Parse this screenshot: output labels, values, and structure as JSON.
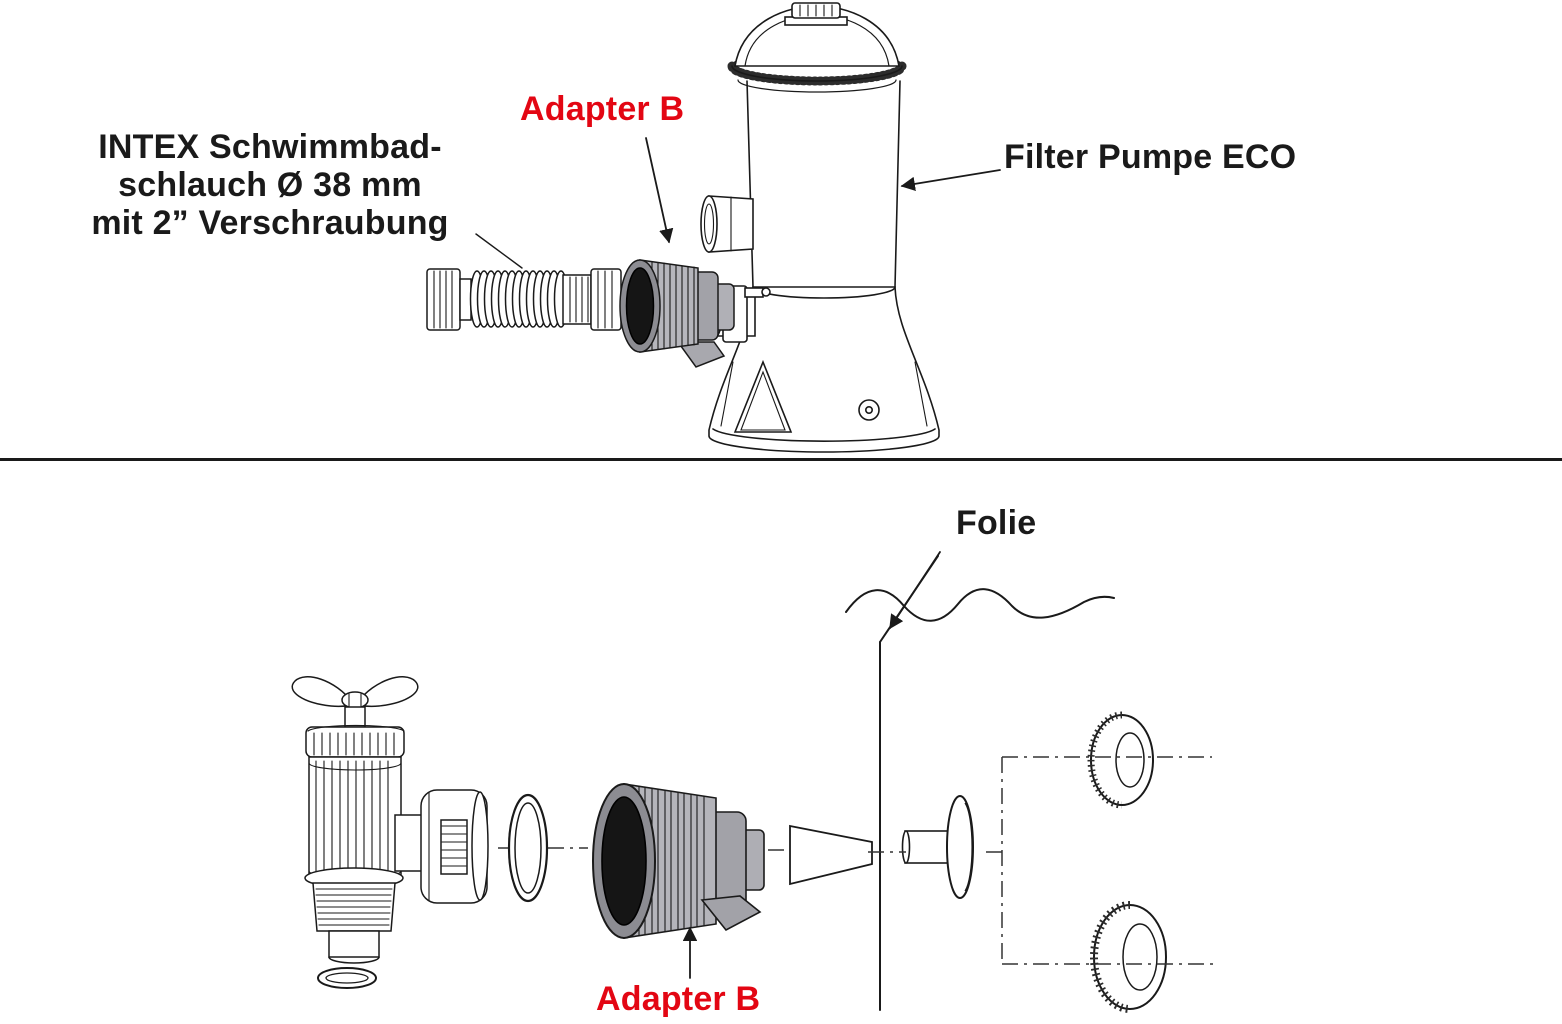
{
  "diagram": {
    "top_section": {
      "hose_label": "INTEX Schwimmbad-\nschlauch Ø 38 mm\nmit 2” Verschraubung",
      "adapter_b_label": "Adapter B",
      "pump_label": "Filter Pumpe ECO"
    },
    "bottom_section": {
      "foil_label": "Folie",
      "adapter_b_label": "Adapter B"
    },
    "colors": {
      "label_red": "#e30613",
      "ink": "#1a1a1a",
      "adapter_gray": "#b4b4ba",
      "adapter_dark_opening": "#151515"
    }
  }
}
